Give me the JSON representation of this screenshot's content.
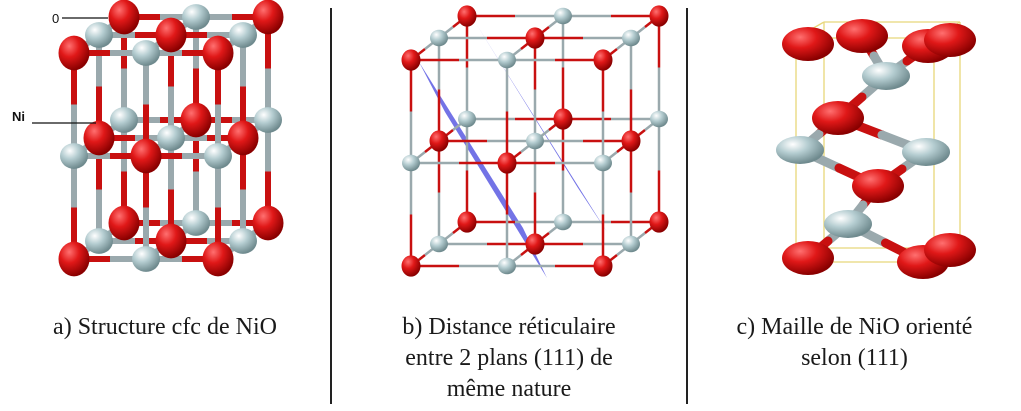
{
  "panel_a": {
    "label_o": "0",
    "label_ni": "Ni",
    "caption": "a) Structure cfc de NiO"
  },
  "panel_b": {
    "caption_lines": [
      "b) Distance réticulaire",
      "entre 2 plans (111) de",
      "même nature"
    ]
  },
  "panel_c": {
    "caption_lines": [
      "c) Maille de NiO orienté",
      "selon (111)"
    ]
  },
  "colors": {
    "oxygen": "#d60f0f",
    "nickel": "#a9c4c8",
    "bond_red": "#c81010",
    "bond_grey": "#9aa9ad",
    "plane": "#3d3ddc",
    "cell_edge": "#e8d77a"
  }
}
